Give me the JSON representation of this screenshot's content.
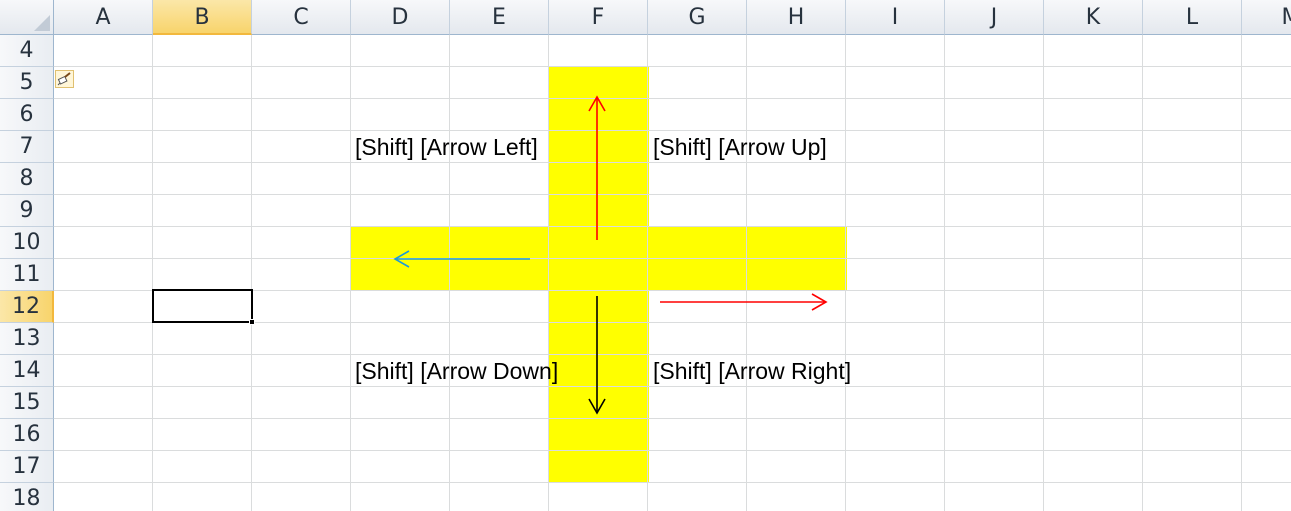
{
  "columns": [
    "A",
    "B",
    "C",
    "D",
    "E",
    "F",
    "G",
    "H",
    "I",
    "J",
    "K",
    "L",
    "M"
  ],
  "rows": [
    "4",
    "5",
    "6",
    "7",
    "8",
    "9",
    "10",
    "11",
    "12",
    "13",
    "14",
    "15",
    "16",
    "17",
    "18"
  ],
  "selection": {
    "active_cell": "B12",
    "selected_column": "B",
    "selected_row": "12"
  },
  "labels": {
    "shift_left": "[Shift] [Arrow Left]",
    "shift_up": "[Shift] [Arrow Up]",
    "shift_down": "[Shift] [Arrow Down]",
    "shift_right": "[Shift] [Arrow Right]"
  },
  "colors": {
    "highlight_fill": "#ffff00",
    "arrow_up": "#ff0000",
    "arrow_left": "#1e9ad6",
    "arrow_down": "#000000",
    "arrow_right": "#ff0000",
    "arrow_glow": "#f0a020",
    "arrow_right_glow": "#ff6a6a",
    "header_selected": "#f8d46c"
  },
  "icons": {
    "paste_options": "paste-options-icon"
  }
}
